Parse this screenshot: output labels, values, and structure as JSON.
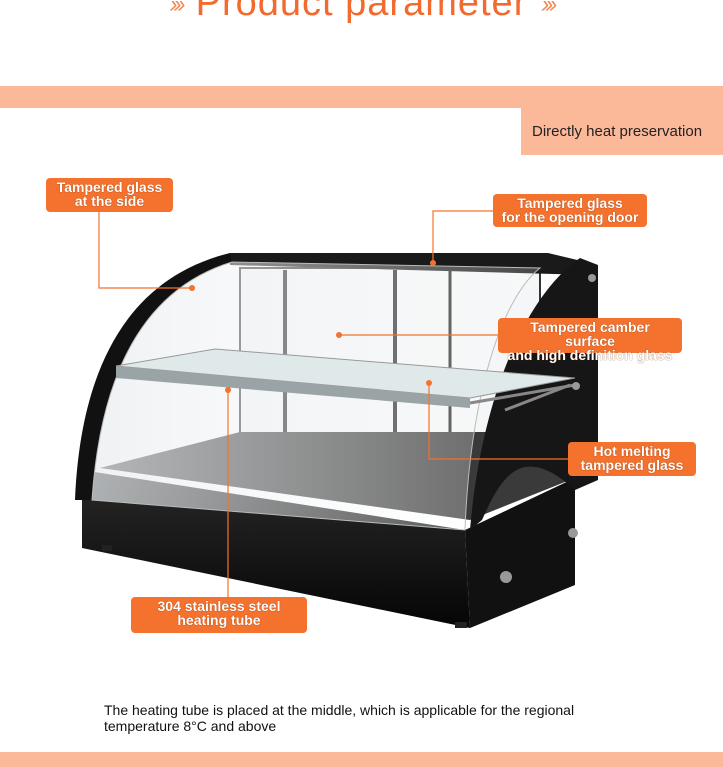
{
  "page": {
    "title": "Product parameter",
    "title_chevrons_left": "›››",
    "title_chevrons_right": "›››",
    "tag": "Directly heat preservation",
    "caption_line1": "The heating tube is placed at the middle, which is applicable for the regional",
    "caption_line2": "temperature 8°C and above"
  },
  "labels": {
    "side_glass": [
      "Tampered glass",
      "at the side"
    ],
    "door_glass": [
      "Tampered glass",
      "for the opening door"
    ],
    "camber_glass": [
      "Tampered camber surface",
      "and high definition glass"
    ],
    "melting_glass": [
      "Hot melting",
      "tampered glass"
    ],
    "heating_tube": [
      "304 stainless steel",
      "heating tube"
    ]
  },
  "colors": {
    "accent": "#f4722d",
    "band": "#fbb99a",
    "title": "#f26a2e"
  }
}
